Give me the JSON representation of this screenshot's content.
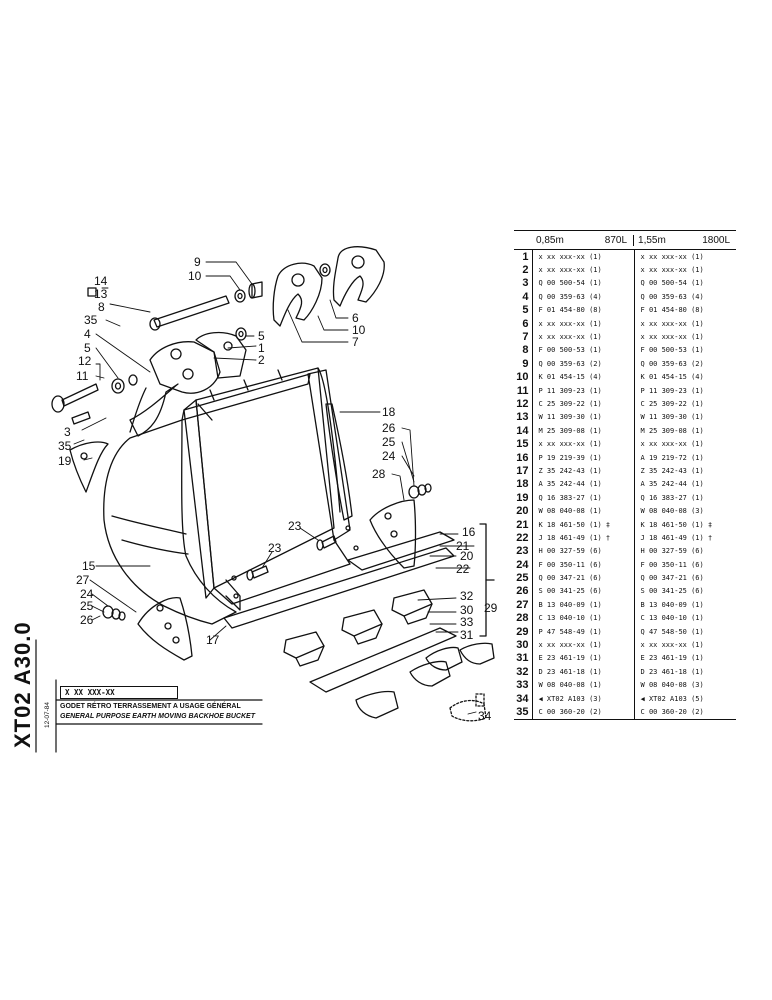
{
  "document": {
    "code": "XT02 A30.0",
    "part_number": "X XX XXX-XX",
    "date": "12-07-84",
    "title_fr": "GODET RÉTRO TERRASSEMENT A USAGE GÉNÉRAL",
    "title_en": "GENERAL PURPOSE EARTH MOVING BACKHOE BUCKET"
  },
  "table": {
    "col_a_width": "0,85m",
    "col_a_capacity": "870L",
    "col_b_width": "1,55m",
    "col_b_capacity": "1800L",
    "rows": [
      {
        "n": "1",
        "a": "x xx xxx-xx (1)",
        "b": "x xx xxx-xx (1)"
      },
      {
        "n": "2",
        "a": "x xx xxx-xx (1)",
        "b": "x xx xxx-xx (1)"
      },
      {
        "n": "3",
        "a": "Q 00 500-54 (1)",
        "b": "Q 00 500-54 (1)"
      },
      {
        "n": "4",
        "a": "Q 00 359-63 (4)",
        "b": "Q 00 359-63 (4)"
      },
      {
        "n": "5",
        "a": "F 01 454-80 (8)",
        "b": "F 01 454-80 (8)"
      },
      {
        "n": "6",
        "a": "x xx xxx-xx (1)",
        "b": "x xx xxx-xx (1)"
      },
      {
        "n": "7",
        "a": "x xx xxx-xx (1)",
        "b": "x xx xxx-xx (1)"
      },
      {
        "n": "8",
        "a": "F 00 500-53 (1)",
        "b": "F 00 500-53 (1)"
      },
      {
        "n": "9",
        "a": "Q 00 359-63 (2)",
        "b": "Q 00 359-63 (2)"
      },
      {
        "n": "10",
        "a": "K 01 454-15 (4)",
        "b": "K 01 454-15 (4)"
      },
      {
        "n": "11",
        "a": "P 11 309-23 (1)",
        "b": "P 11 309-23 (1)"
      },
      {
        "n": "12",
        "a": "C 25 309-22 (1)",
        "b": "C 25 309-22 (1)"
      },
      {
        "n": "13",
        "a": "W 11 309-30 (1)",
        "b": "W 11 309-30 (1)"
      },
      {
        "n": "14",
        "a": "M 25 309-08 (1)",
        "b": "M 25 309-08 (1)"
      },
      {
        "n": "15",
        "a": "x xx xxx-xx (1)",
        "b": "x xx xxx-xx (1)"
      },
      {
        "n": "16",
        "a": "P 19 219-39 (1)",
        "b": "A 19 219-72 (1)"
      },
      {
        "n": "17",
        "a": "Z 35 242-43 (1)",
        "b": "Z 35 242-43 (1)"
      },
      {
        "n": "18",
        "a": "A 35 242-44 (1)",
        "b": "A 35 242-44 (1)"
      },
      {
        "n": "19",
        "a": "Q 16 383-27 (1)",
        "b": "Q 16 383-27 (1)"
      },
      {
        "n": "20",
        "a": "W 08 040-08 (1)",
        "b": "W 08 040-08 (3)"
      },
      {
        "n": "21",
        "a": "K 18 461-50 (1) ‡",
        "b": "K 18 461-50 (1) ‡"
      },
      {
        "n": "22",
        "a": "J 18 461-49 (1) †",
        "b": "J 18 461-49 (1) †"
      },
      {
        "n": "23",
        "a": "H 00 327-59 (6)",
        "b": "H 00 327-59 (6)"
      },
      {
        "n": "24",
        "a": "F 00 350-11 (6)",
        "b": "F 00 350-11 (6)"
      },
      {
        "n": "25",
        "a": "Q 00 347-21 (6)",
        "b": "Q 00 347-21 (6)"
      },
      {
        "n": "26",
        "a": "S 00 341-25 (6)",
        "b": "S 00 341-25 (6)"
      },
      {
        "n": "27",
        "a": "B 13 040-09 (1)",
        "b": "B 13 040-09 (1)"
      },
      {
        "n": "28",
        "a": "C 13 040-10 (1)",
        "b": "C 13 040-10 (1)"
      },
      {
        "n": "29",
        "a": "P 47 548-49 (1)",
        "b": "Q 47 548-50 (1)"
      },
      {
        "n": "30",
        "a": "x xx xxx-xx (1)",
        "b": "x xx xxx-xx (1)"
      },
      {
        "n": "31",
        "a": "E 23 461-19 (1)",
        "b": "E 23 461-19 (1)"
      },
      {
        "n": "32",
        "a": "D 23 461-18 (1)",
        "b": "D 23 461-18 (1)"
      },
      {
        "n": "33",
        "a": "W 08 040-08 (1)",
        "b": "W 08 040-08 (3)"
      },
      {
        "n": "34",
        "a": "◀ XT02 A103 (3)",
        "b": "◀ XT02 A103 (5)"
      },
      {
        "n": "35",
        "a": "C 00 360-20 (2)",
        "b": "C 00 360-20 (2)"
      }
    ]
  },
  "callouts": {
    "c14": "14",
    "c13": "13",
    "c8": "8",
    "c35a": "35",
    "c4": "4",
    "c5a": "5",
    "c12": "12",
    "c11": "11",
    "c3": "3",
    "c35b": "35",
    "c19": "19",
    "c9": "9",
    "c10a": "10",
    "c5b": "5",
    "c1": "1",
    "c2": "2",
    "c6": "6",
    "c10b": "10",
    "c7": "7",
    "c18": "18",
    "c26a": "26",
    "c25a": "25",
    "c24a": "24",
    "c28": "28",
    "c16": "16",
    "c21": "21",
    "c20": "20",
    "c22": "22",
    "c32": "32",
    "c30": "30",
    "c33": "33",
    "c29": "29",
    "c31": "31",
    "c23a": "23",
    "c23b": "23",
    "c15": "15",
    "c27": "27",
    "c24b": "24",
    "c25b": "25",
    "c26b": "26",
    "c17": "17",
    "c34": "34"
  }
}
